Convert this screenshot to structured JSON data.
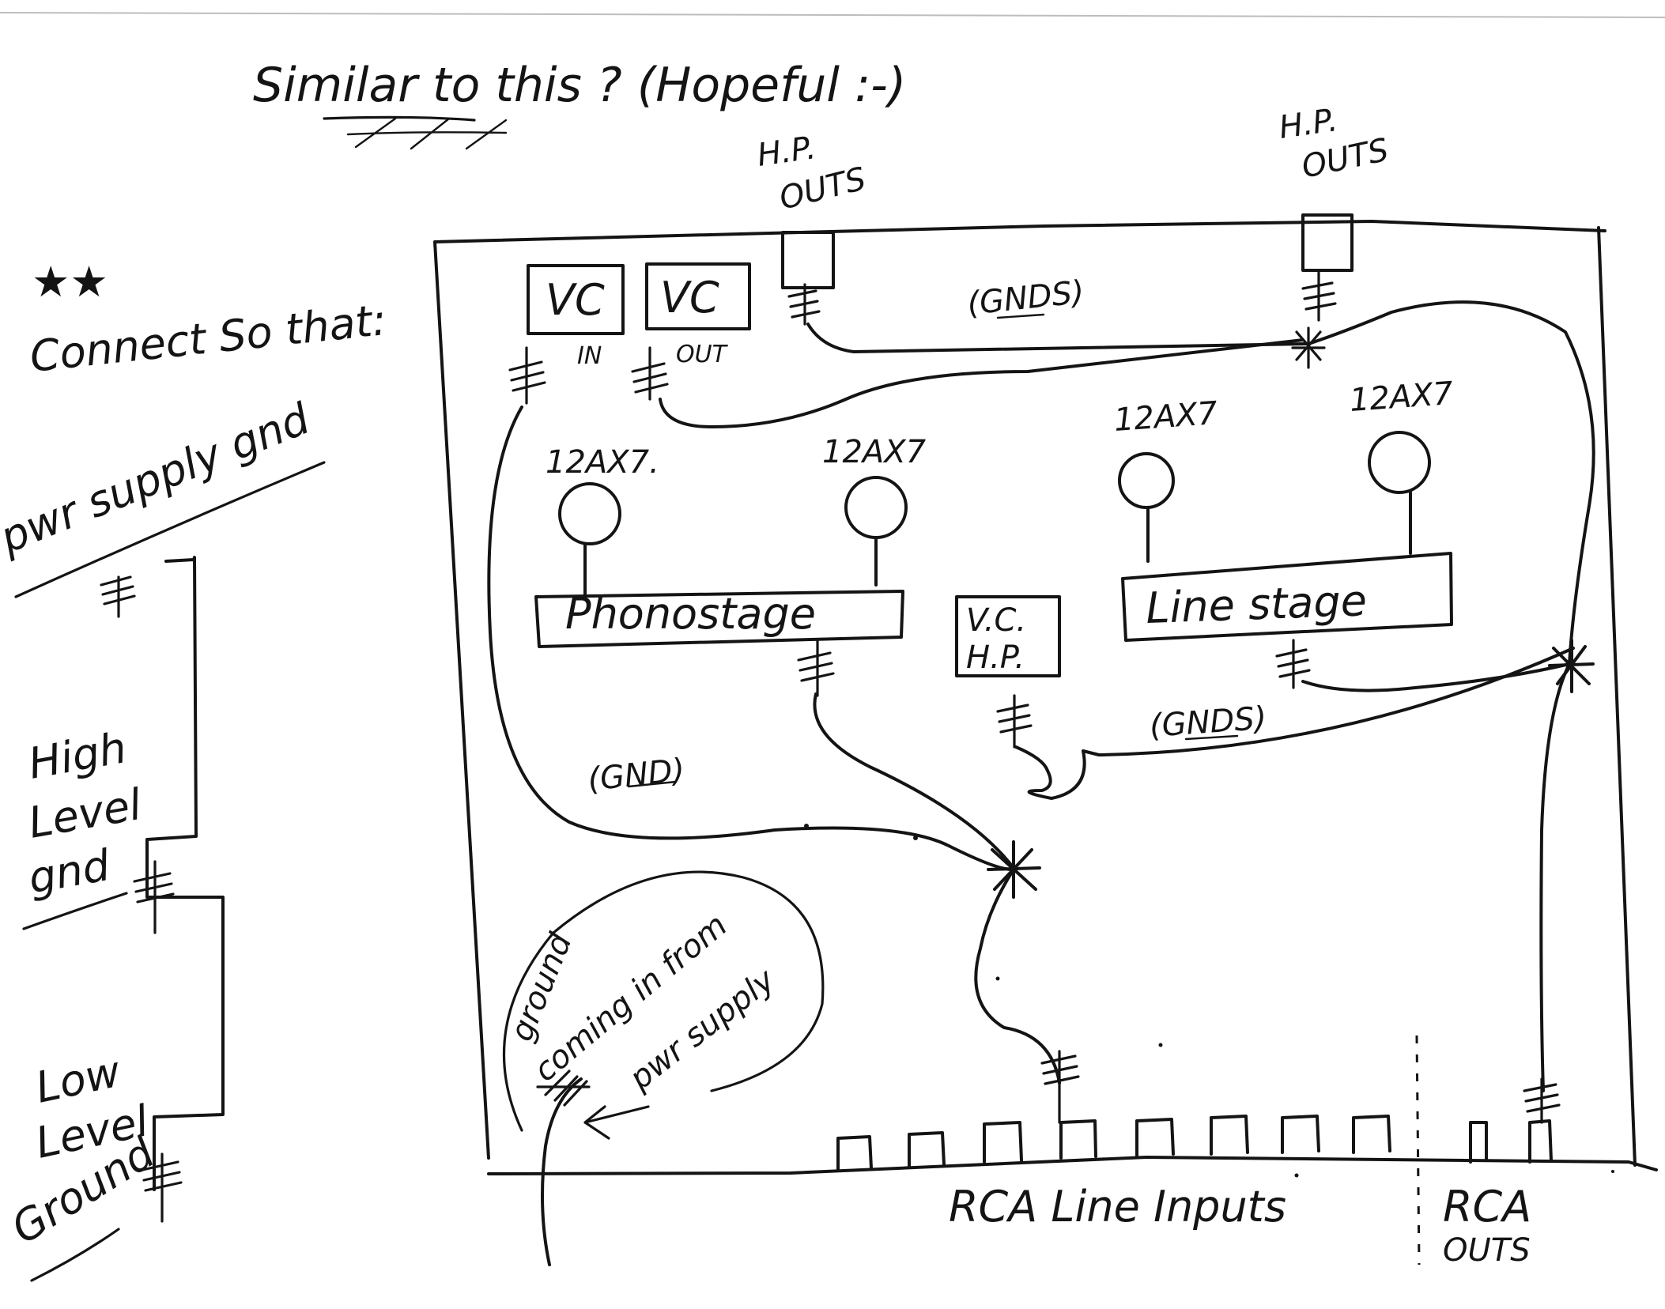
{
  "title": "Similar to this ? (Hopeful :-)",
  "note": {
    "stars": "★★",
    "line1": "Connect So that:",
    "line2": "pwr supply gnd"
  },
  "left_labels": {
    "high_level": [
      "High",
      "Level",
      "gnd"
    ],
    "low_level": [
      "Low",
      "Level",
      "Ground"
    ]
  },
  "top": {
    "hp_outs_left": [
      "H.P.",
      "OUTS"
    ],
    "hp_outs_right": [
      "H.P.",
      "OUTS"
    ]
  },
  "boxes": {
    "vc_in": "VC",
    "vc_in_sub": "IN",
    "vc_out": "VC",
    "vc_out_sub": "OUT",
    "phonostage": "Phonostage",
    "linestage": "Line stage",
    "vc_hp": [
      "V.C.",
      "H.P."
    ]
  },
  "tubes": [
    "12AX7.",
    "12AX7",
    "12AX7",
    "12AX7"
  ],
  "gnd_labels": {
    "gnds_top": "(GNDS)",
    "gnd_mid": "(GND)",
    "gnds_bottom": "(GNDS)"
  },
  "ground_note": [
    "ground",
    "coming in from",
    "pwr supply"
  ],
  "bottom": {
    "rca_line_inputs": "RCA Line Inputs",
    "rca_outs": [
      "RCA",
      "OUTS"
    ]
  }
}
